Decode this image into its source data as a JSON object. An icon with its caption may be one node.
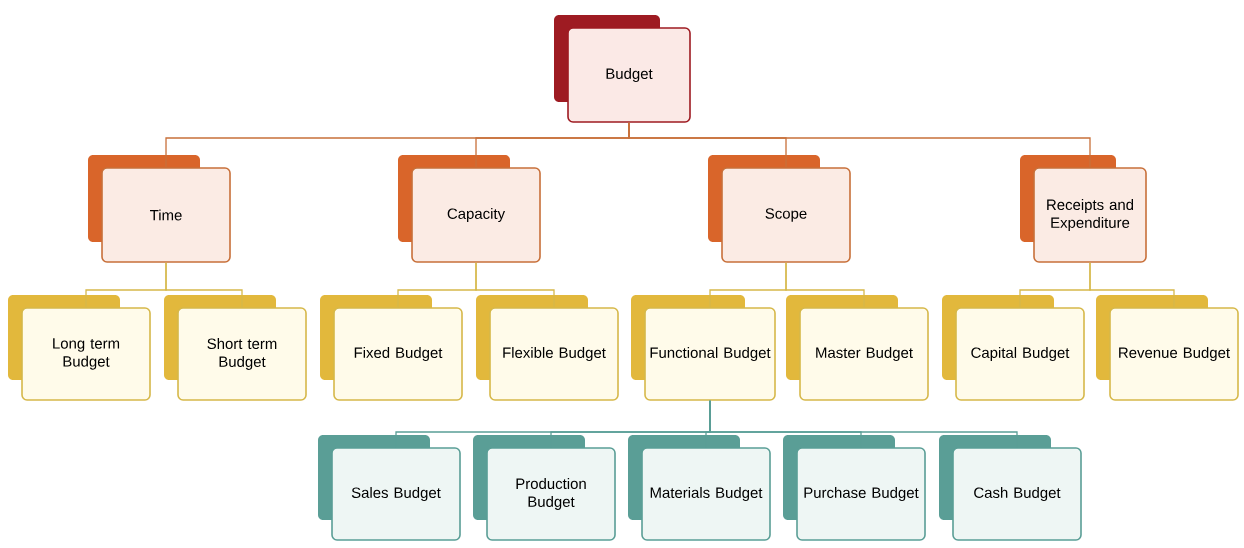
{
  "diagram": {
    "nodes": [
      {
        "text": [
          "Budget"
        ]
      },
      {
        "text": [
          "Time"
        ]
      },
      {
        "text": [
          "Capacity"
        ]
      },
      {
        "text": [
          "Scope"
        ]
      },
      {
        "text": [
          "Receipts and Expenditure"
        ]
      },
      {
        "text": [
          "Long term Budget"
        ]
      },
      {
        "text": [
          "Short term Budget"
        ]
      },
      {
        "text": [
          "Fixed Budget"
        ]
      },
      {
        "text": [
          "Flexible Budget"
        ]
      },
      {
        "text": [
          "Functional Budget"
        ]
      },
      {
        "text": [
          "Master Budget"
        ]
      },
      {
        "text": [
          "Capital Budget"
        ]
      },
      {
        "text": [
          "Revenue Budget"
        ]
      },
      {
        "text": [
          "Sales Budget"
        ]
      },
      {
        "text": [
          "Production Budget"
        ]
      },
      {
        "text": [
          "Materials Budget"
        ]
      },
      {
        "text": [
          "Purchase Budget"
        ]
      },
      {
        "text": [
          "Cash Budget"
        ]
      }
    ],
    "edges": [
      {
        "from": 0,
        "to": 1,
        "arrow": "none",
        "color": "#c8703a"
      },
      {
        "from": 0,
        "to": 2,
        "arrow": "none",
        "color": "#c8703a"
      },
      {
        "from": 0,
        "to": 3,
        "arrow": "none",
        "color": "#c8703a"
      },
      {
        "from": 0,
        "to": 4,
        "arrow": "none",
        "color": "#c8703a"
      },
      {
        "from": 1,
        "to": 5,
        "arrow": "none"
      },
      {
        "from": 1,
        "to": 6,
        "arrow": "none"
      },
      {
        "from": 2,
        "to": 7,
        "arrow": "none"
      },
      {
        "from": 2,
        "to": 8,
        "arrow": "none"
      },
      {
        "from": 3,
        "to": 9,
        "arrow": "none"
      },
      {
        "from": 3,
        "to": 10,
        "arrow": "none"
      },
      {
        "from": 4,
        "to": 11,
        "arrow": "none"
      },
      {
        "from": 4,
        "to": 12,
        "arrow": "none"
      },
      {
        "from": 9,
        "to": 13,
        "arrow": "none",
        "color": "#5a9e96"
      },
      {
        "from": 9,
        "to": 14,
        "arrow": "none",
        "color": "#5a9e96"
      },
      {
        "from": 9,
        "to": 15,
        "arrow": "none",
        "color": "#5a9e96"
      },
      {
        "from": 9,
        "to": 16,
        "arrow": "none",
        "color": "#5a9e96"
      },
      {
        "from": 9,
        "to": 17,
        "arrow": "none",
        "color": "#5a9e96"
      }
    ]
  }
}
